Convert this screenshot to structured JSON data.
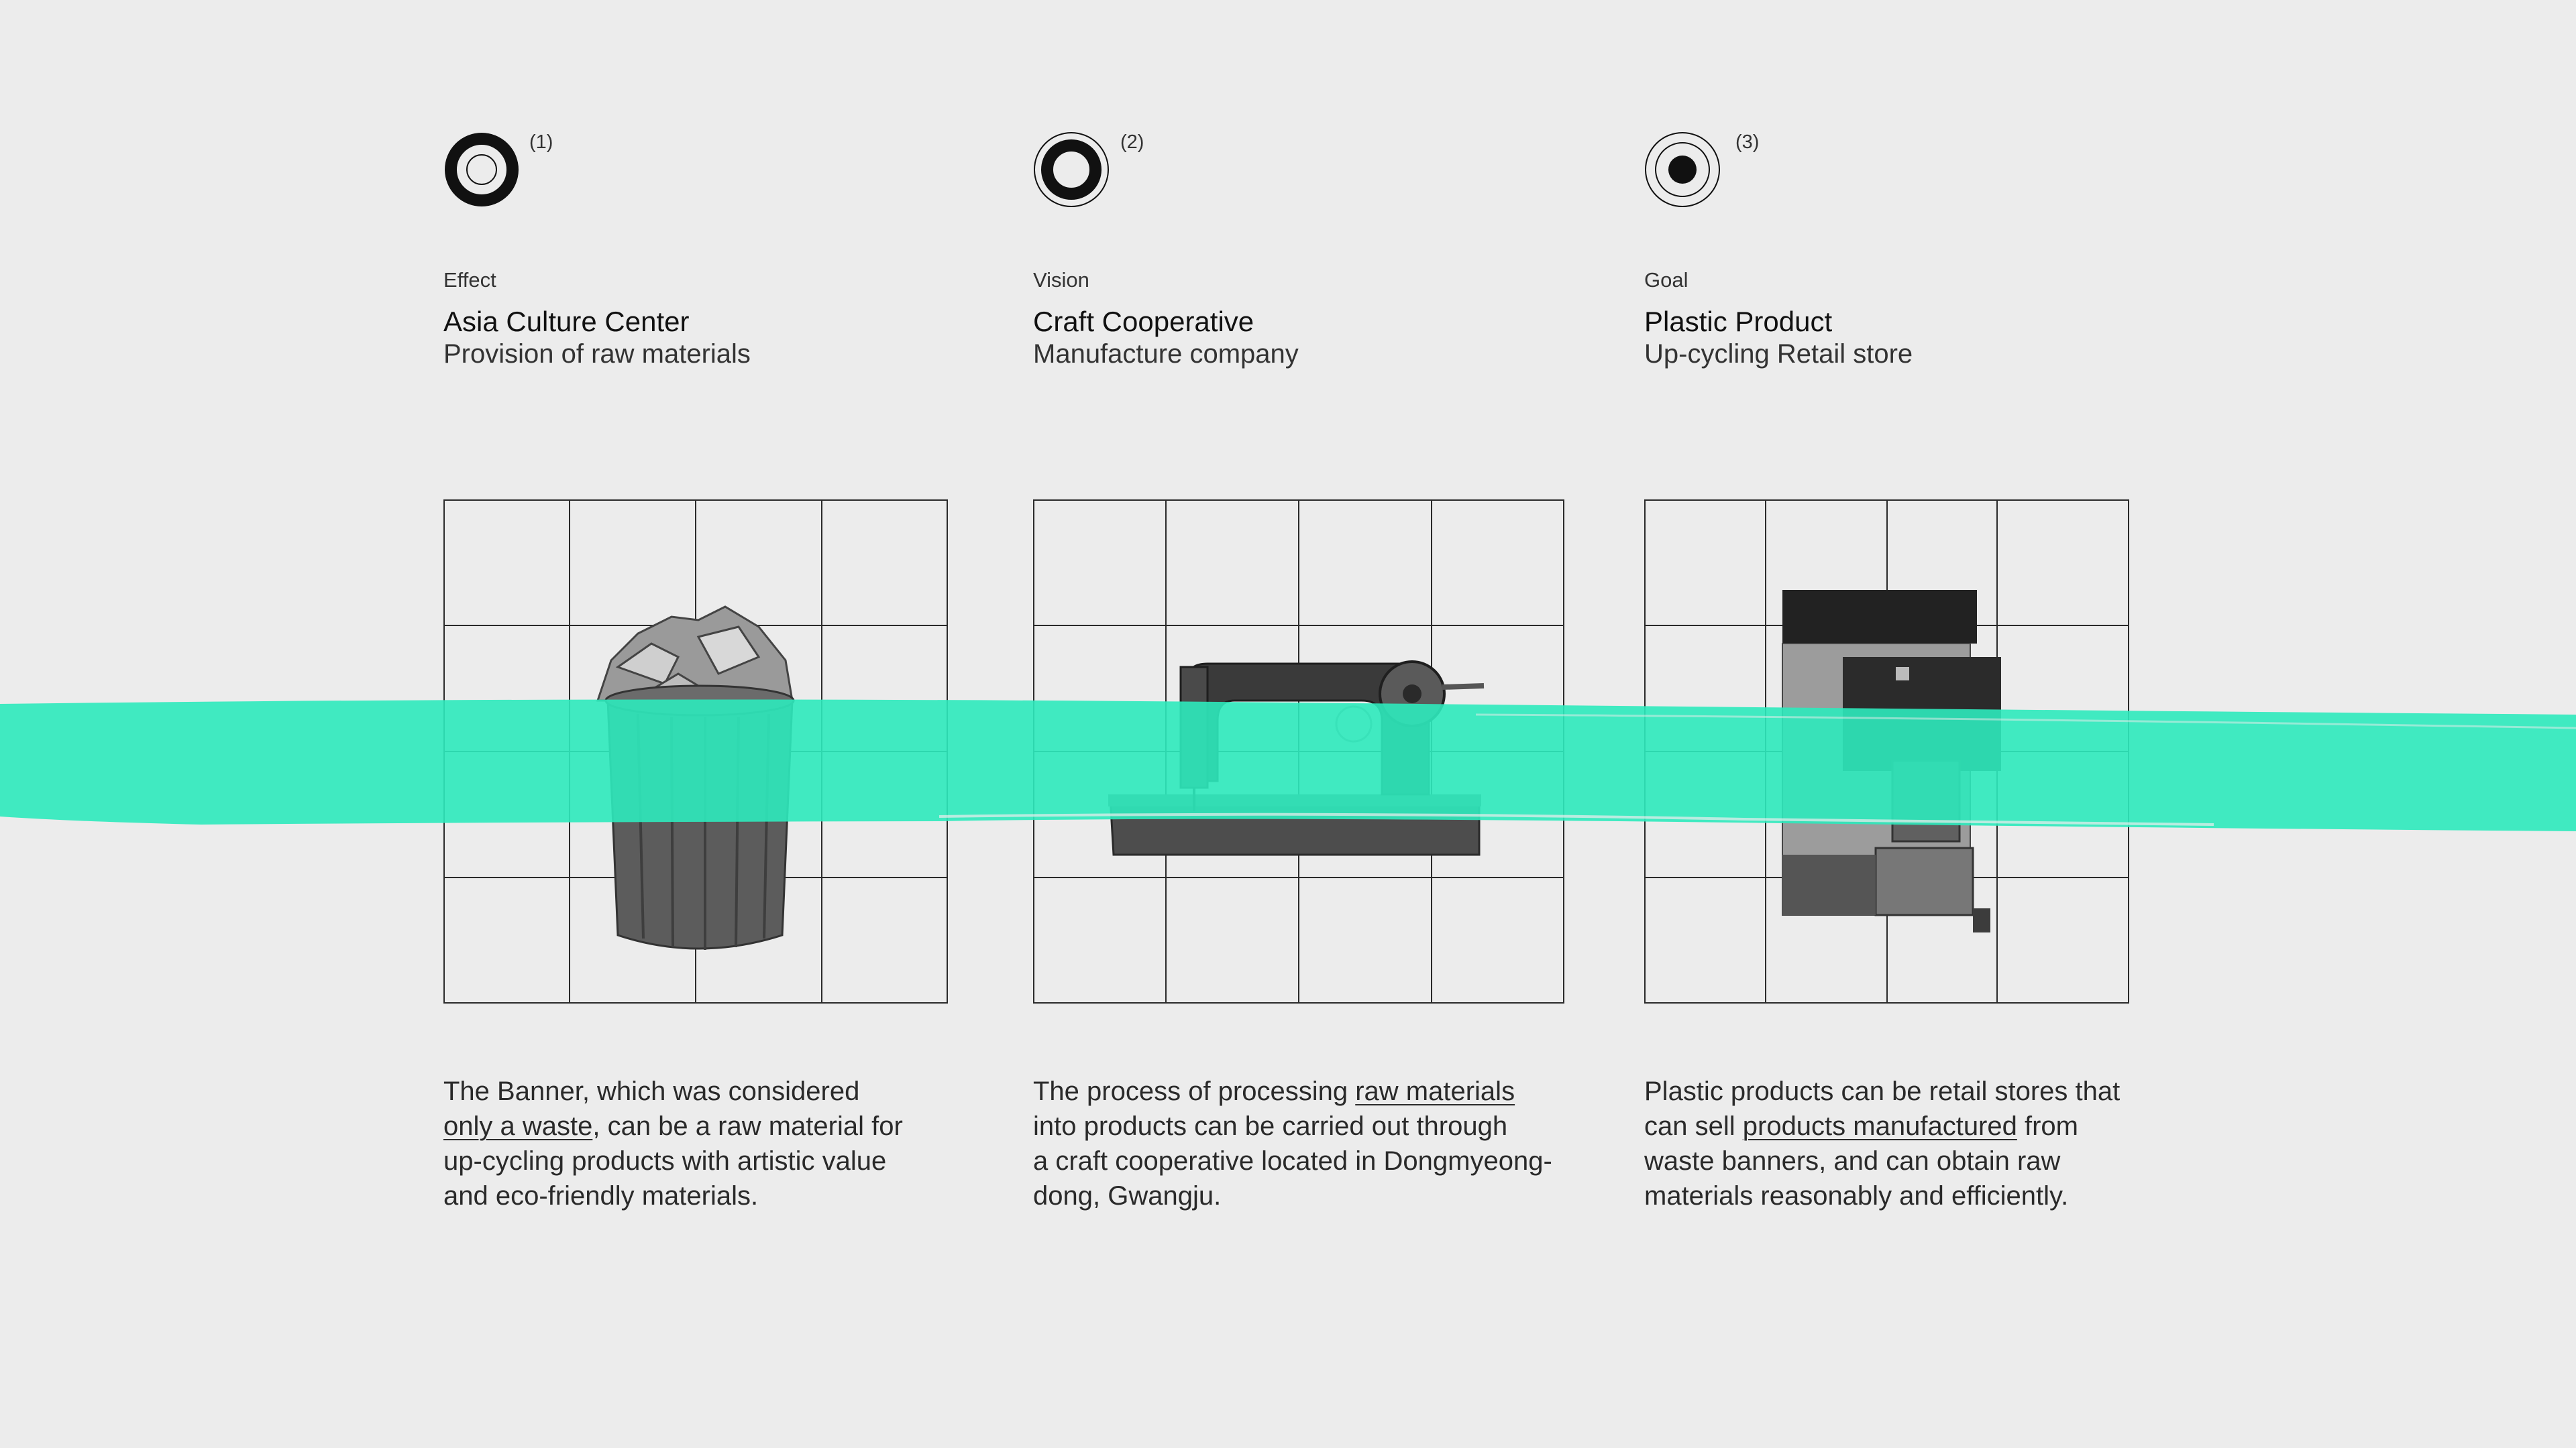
{
  "accent_color": "#2deabd",
  "columns": [
    {
      "number": "(1)",
      "category": "Effect",
      "title": "Asia Culture Center",
      "subtitle": "Provision of raw materials",
      "image_icon": "trash-can-icon",
      "description": {
        "l1": "The Banner, which was considered",
        "l2_u": "only a waste",
        "l2_b": ", can be a raw material for",
        "l3": "up-cycling products with artistic value",
        "l4": "and eco-friendly materials."
      }
    },
    {
      "number": "(2)",
      "category": "Vision",
      "title": "Craft Cooperative",
      "subtitle": "Manufacture company",
      "image_icon": "sewing-machine-icon",
      "description": {
        "l1_a": "The process of processing ",
        "l1_u": "raw materials",
        "l2": "into products can be carried out through",
        "l3": "a craft cooperative located in Dongmyeong-",
        "l4": "dong, Gwangju."
      }
    },
    {
      "number": "(3)",
      "category": "Goal",
      "title": "Plastic Product",
      "subtitle": "Up-cycling Retail store",
      "image_icon": "retail-store-building-icon",
      "description": {
        "l1": "Plastic products can be retail stores that",
        "l2_a": "can sell ",
        "l2_u": "products manufactured",
        "l2_b": " from",
        "l3": "waste banners, and can obtain raw",
        "l4": "materials reasonably and efficiently."
      }
    }
  ]
}
